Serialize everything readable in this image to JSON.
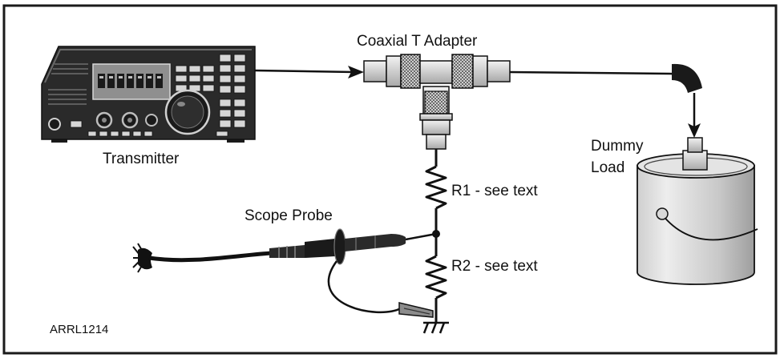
{
  "labels": {
    "coax_adapter": "Coaxial T Adapter",
    "transmitter": "Transmitter",
    "dummy_load_line1": "Dummy",
    "dummy_load_line2": "Load",
    "scope_probe": "Scope Probe",
    "r1": "R1 - see text",
    "r2": "R2 - see text",
    "figure_id": "ARRL1214"
  },
  "colors": {
    "line": "#111111",
    "frame": "#1a1a1a",
    "body_dark": "#2a2a2a",
    "panel_gray": "#9a9a9a",
    "metal_light": "#e0e0e0",
    "metal_mid": "#a8a8a8",
    "can_fill": "#d4d4d4"
  }
}
